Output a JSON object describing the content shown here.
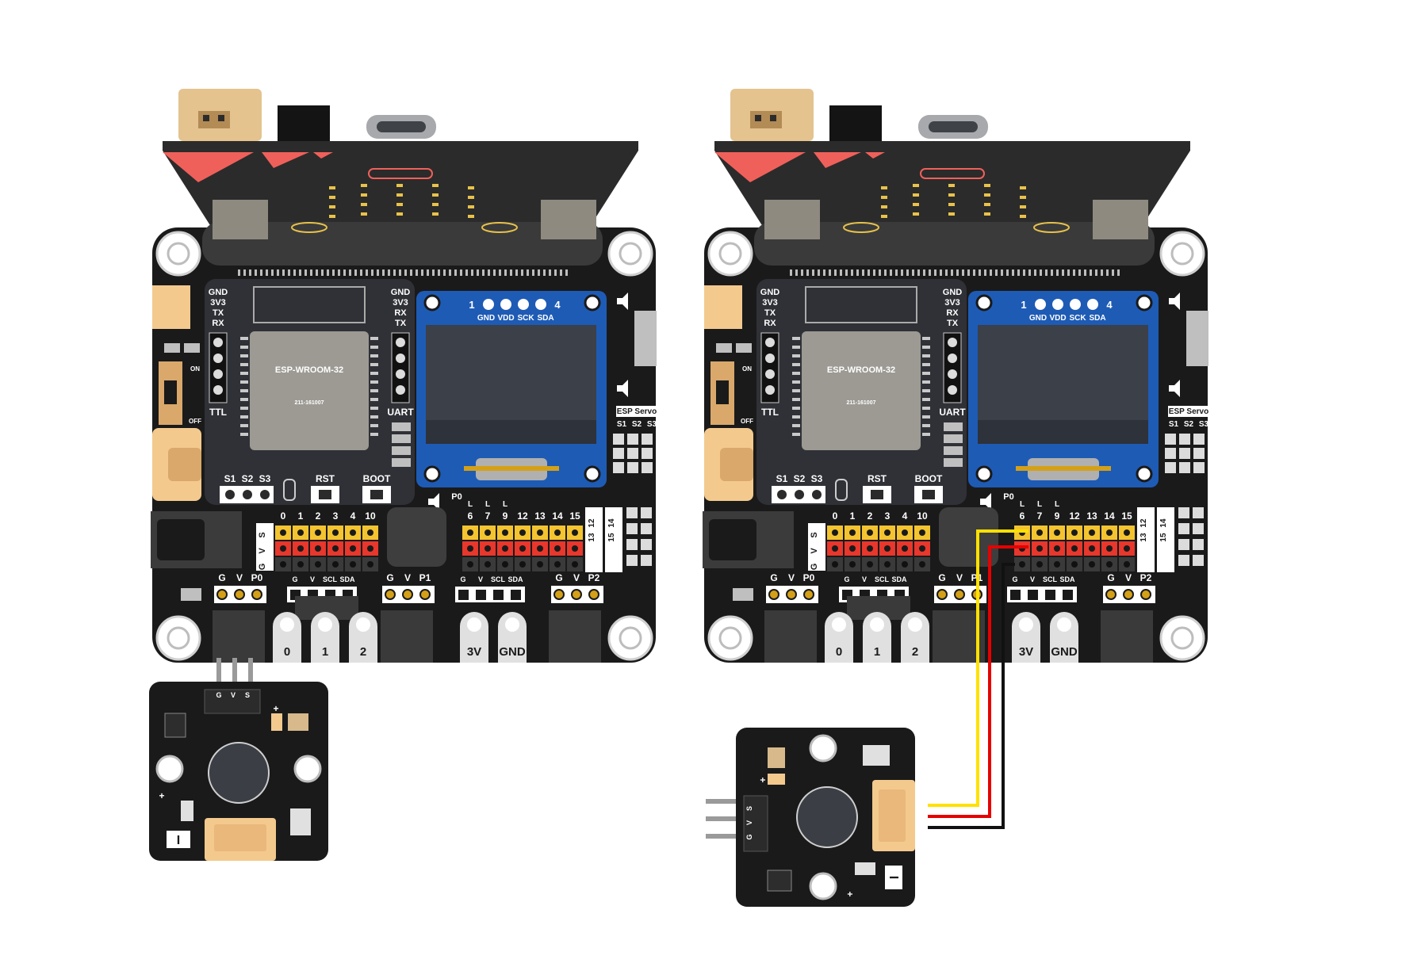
{
  "colors": {
    "pcb": "#1a1a1a",
    "pcb_edge": "#2a2a2a",
    "microbit": "#2b2b2b",
    "microbit_accent": "#f0605a",
    "header_yellow": "#f4c430",
    "header_red": "#e8372c",
    "wire_yellow": "#ffe100",
    "wire_red": "#e60000",
    "wire_black": "#111111",
    "oled_blue": "#1e5bb5",
    "oled_screen": "#3b4049",
    "connector_tan": "#f3c98e",
    "silkscreen": "#ffffff"
  },
  "board": {
    "ttl_pins": [
      "GND",
      "3V3",
      "TX",
      "RX"
    ],
    "ttl_label": "TTL",
    "uart_pins": [
      "GND",
      "3V3",
      "RX",
      "TX"
    ],
    "uart_label": "UART",
    "switch_on": "ON",
    "switch_off": "OFF",
    "module_name": "ESP-WROOM-32",
    "module_code": "211-161007",
    "servo_pins": [
      "S1",
      "S2",
      "S3"
    ],
    "rst_label": "RST",
    "boot_label": "BOOT",
    "oled_numbers": [
      "1",
      "4"
    ],
    "oled_pins": [
      "GND",
      "VDD",
      "SCK",
      "SDA"
    ],
    "esp_servo_title": "ESP Servo",
    "esp_servo_pins": [
      "S1",
      "S2",
      "S3"
    ],
    "speaker_label": "P0",
    "row_side_labels": [
      "S",
      "V",
      "G"
    ],
    "left_pins": [
      "0",
      "1",
      "2",
      "3",
      "4",
      "10"
    ],
    "right_pins": [
      "6",
      "7",
      "9",
      "12",
      "13",
      "14",
      "15"
    ],
    "l_marks": [
      "L",
      "L",
      "L"
    ],
    "side_pins_a": [
      "12",
      "13"
    ],
    "side_pins_b": [
      "14",
      "15"
    ],
    "gvp0": [
      "G",
      "V",
      "P0"
    ],
    "gvp1": [
      "G",
      "V",
      "P1"
    ],
    "gvp2": [
      "G",
      "V",
      "P2"
    ],
    "i2c_pins": [
      "G",
      "V",
      "SCL",
      "SDA"
    ],
    "pads": [
      "0",
      "1",
      "2",
      "3V",
      "GND"
    ]
  },
  "sensor": {
    "pins": [
      "G",
      "V",
      "S"
    ],
    "plus_mark": "+",
    "minus_mark": "-",
    "logo": "I"
  }
}
